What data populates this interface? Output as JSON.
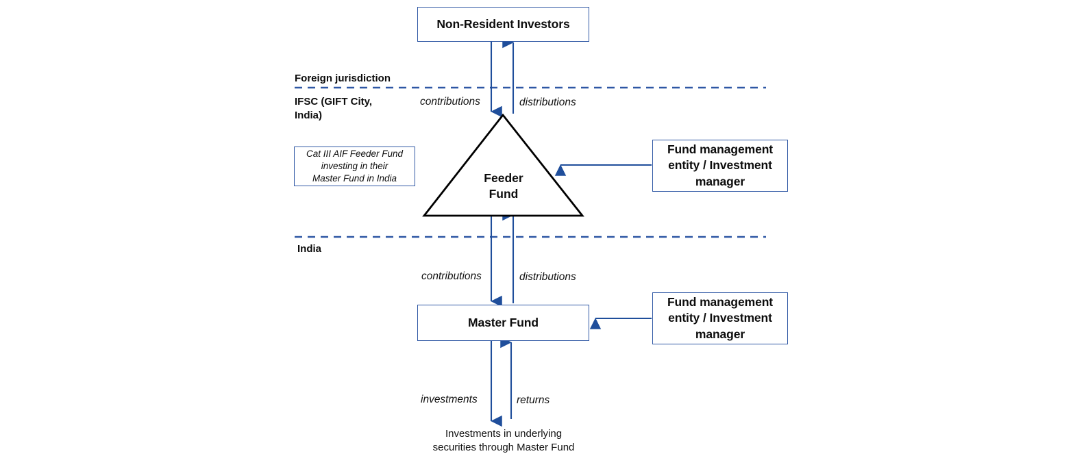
{
  "diagram": {
    "title_text": "Non-Resident Investors",
    "theme": {
      "accent_blue": "#2E57A4",
      "line_blue": "#1F4E9B",
      "triangle_black": "#000000",
      "background": "#FFFFFF",
      "text": "#0D0D0D"
    },
    "nodes": {
      "non_resident_investors": "Non-Resident Investors",
      "feeder_fund_line1": "Feeder",
      "feeder_fund_line2": "Fund",
      "master_fund": "Master Fund",
      "fund_manager_top_line1": "Fund management",
      "fund_manager_top_line2": "entity / Investment",
      "fund_manager_top_line3": "manager",
      "fund_manager_bottom_line1": "Fund management",
      "fund_manager_bottom_line2": "entity / Investment",
      "fund_manager_bottom_line3": "manager",
      "cat_note_line1": "Cat III AIF Feeder Fund",
      "cat_note_line2": "investing in their",
      "cat_note_line3": "Master Fund in India",
      "underlying_line1": "Investments in underlying",
      "underlying_line2": "securities through Master Fund"
    },
    "regions": {
      "foreign_jurisdiction": "Foreign jurisdiction",
      "ifsc_line1": "IFSC (GIFT City,",
      "ifsc_line2": "India)",
      "india": "India"
    },
    "flows": {
      "contributions_top": "contributions",
      "distributions_top": "distributions",
      "contributions_bottom": "contributions",
      "distributions_bottom": "distributions",
      "investments": "investments",
      "returns": "returns"
    }
  }
}
